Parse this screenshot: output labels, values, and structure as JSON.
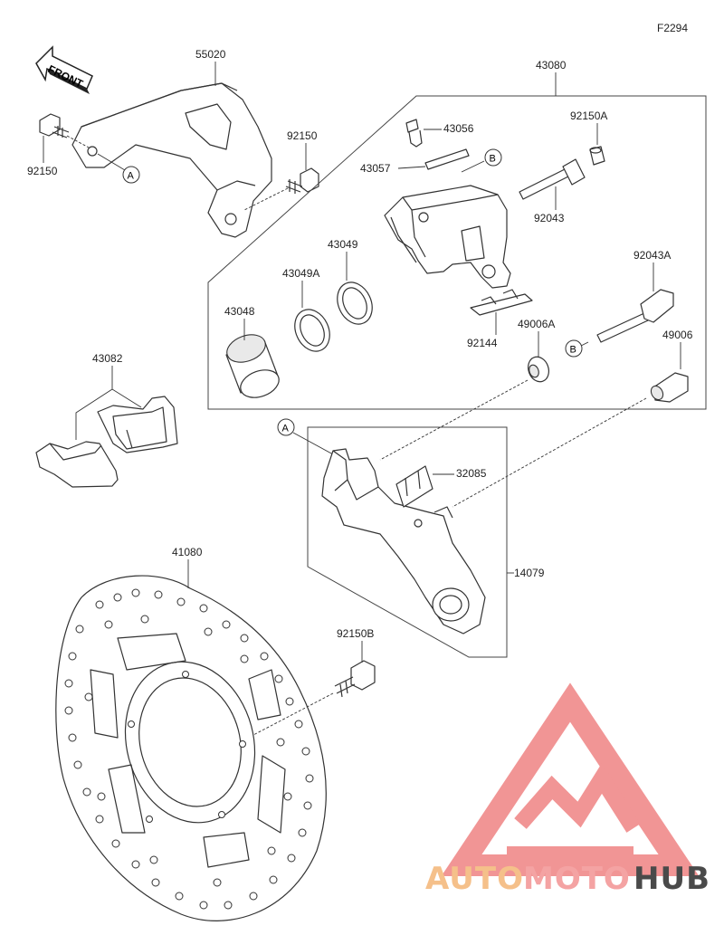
{
  "figure_code": "F2294",
  "front_label": "FRONT",
  "callouts": {
    "a": "A",
    "b": "B"
  },
  "parts": {
    "p55020": "55020",
    "p92150_left": "92150",
    "p92150_mid": "92150",
    "p43080": "43080",
    "p43056": "43056",
    "p43057": "43057",
    "p92150A": "92150A",
    "p92043": "92043",
    "p43049": "43049",
    "p43049A": "43049A",
    "p43048": "43048",
    "p92144": "92144",
    "p92043A": "92043A",
    "p49006A": "49006A",
    "p49006": "49006",
    "p43082": "43082",
    "p32085": "32085",
    "p14079": "14079",
    "p41080": "41080",
    "p92150B": "92150B"
  },
  "watermark": {
    "part1": "AUTO",
    "part2": "MOTO",
    "part3": "HUB",
    "color_auto": "#f5c08a",
    "color_moto": "#f4a3a3",
    "color_hub": "#4a4a4a"
  }
}
